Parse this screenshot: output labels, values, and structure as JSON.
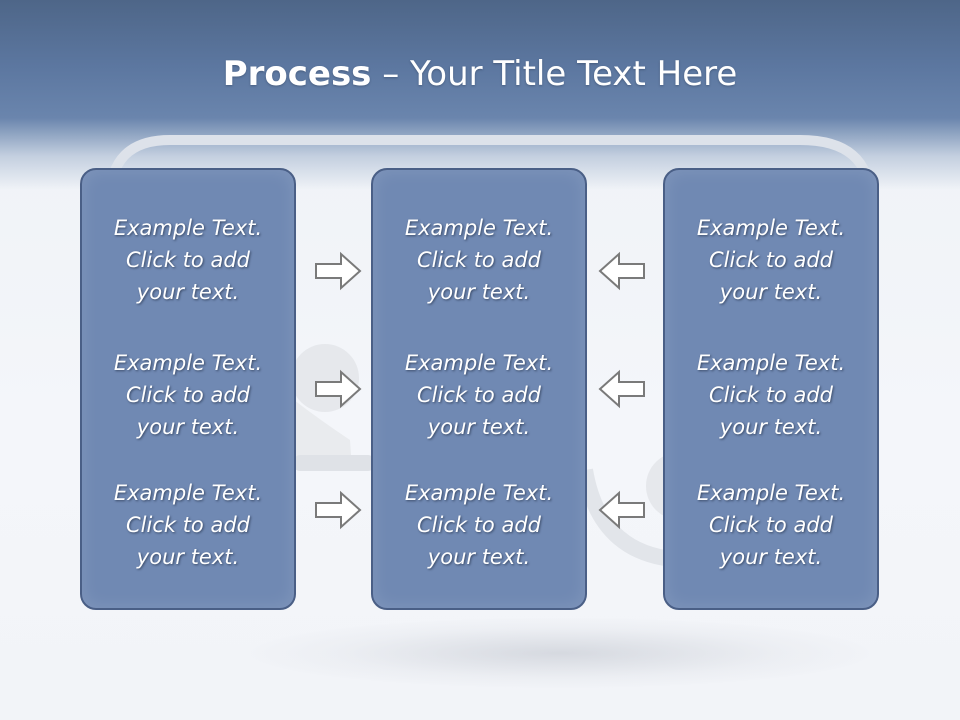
{
  "slide": {
    "title_bold": "Process",
    "title_rest": " – Your Title Text Here"
  },
  "columns": [
    {
      "items": [
        {
          "line1": "Example Text.",
          "line2": "Click  to add",
          "line3": "your text."
        },
        {
          "line1": "Example Text.",
          "line2": "Click  to add",
          "line3": "your text."
        },
        {
          "line1": "Example Text.",
          "line2": "Click  to add",
          "line3": "your text."
        }
      ]
    },
    {
      "items": [
        {
          "line1": "Example Text.",
          "line2": "Click  to add",
          "line3": "your text."
        },
        {
          "line1": "Example Text.",
          "line2": "Click  to add",
          "line3": "your text."
        },
        {
          "line1": "Example Text.",
          "line2": "Click  to add",
          "line3": "your text."
        }
      ]
    },
    {
      "items": [
        {
          "line1": "Example Text.",
          "line2": "Click  to add",
          "line3": "your text."
        },
        {
          "line1": "Example Text.",
          "line2": "Click  to add",
          "line3": "your text."
        },
        {
          "line1": "Example Text.",
          "line2": "Click  to add",
          "line3": "your text."
        }
      ]
    }
  ],
  "arrows": {
    "left_group_direction": "right",
    "right_group_direction": "left",
    "icon": "hollow-block-arrow-icon"
  },
  "colors": {
    "header": "#5c77a0",
    "box_fill": "#7089b3",
    "box_border": "#4a5f86",
    "arrow_stroke": "#7a7a7a",
    "text": "#ffffff"
  }
}
